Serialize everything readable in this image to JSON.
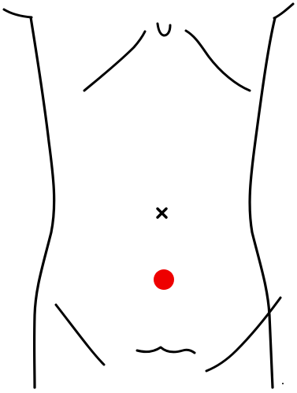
{
  "figure": {
    "background_color": "#ffffff",
    "line_color": "#000000",
    "marker_color": "#ee0000",
    "umbilicus_marker": {
      "icon": "cross-icon",
      "shape": "x"
    },
    "highlighted_site": {
      "shape": "filled-circle",
      "position_relation": "below umbilicus"
    }
  }
}
